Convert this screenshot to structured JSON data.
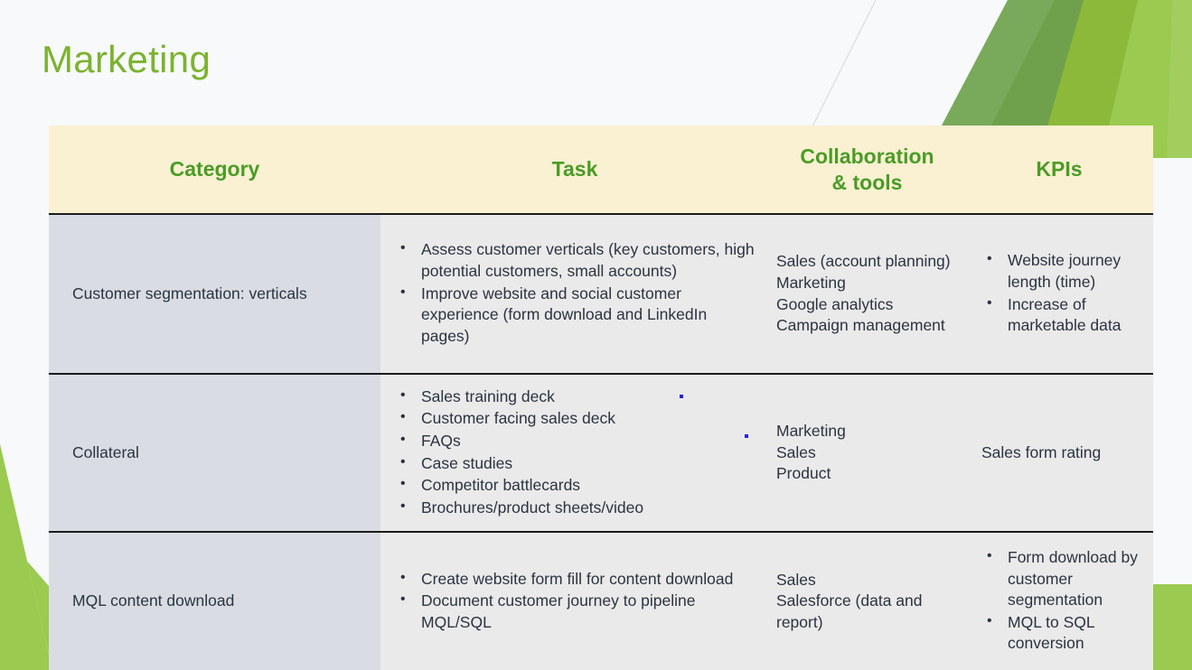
{
  "slide": {
    "title": "Marketing",
    "title_color": "#7cb230",
    "background_color": "#f7f9fa"
  },
  "decor": {
    "green_dark": "#6fa14c",
    "green_mid": "#8cb93a",
    "green_light": "#9aca4f",
    "green_pale": "#a3cd5c",
    "accent_line": "#d8dde0",
    "top_right_label": "green-angled-shapes-top-right",
    "bottom_right_label": "green-angled-shapes-bottom-right",
    "bottom_left_label": "green-triangle-bottom-left"
  },
  "table": {
    "header_background": "#faf0d2",
    "header_text_color": "#4a9c27",
    "row_background": "#eaeaea",
    "category_background": "#d9dde3",
    "border_color": "#1b1b1b",
    "headers": [
      "Category",
      "Task",
      "Collaboration\n& tools",
      "KPIs"
    ],
    "headers_display": {
      "category": "Category",
      "task": "Task",
      "collaboration_line1": "Collaboration",
      "collaboration_line2": "& tools",
      "kpis": "KPIs"
    },
    "rows": [
      {
        "category": "Customer segmentation: verticals",
        "task": [
          "Assess customer verticals (key customers, high potential customers, small accounts)",
          "Improve website and social customer experience (form download and LinkedIn pages)"
        ],
        "collaboration": [
          "Sales (account planning)",
          "Marketing",
          "Google analytics",
          "Campaign management"
        ],
        "kpis": [
          "Website journey length (time)",
          "Increase of marketable data"
        ]
      },
      {
        "category": "Collateral",
        "task": [
          "Sales training deck",
          "Customer facing sales deck",
          "FAQs",
          "Case studies",
          "Competitor battlecards",
          "Brochures/product sheets/video"
        ],
        "collaboration": [
          "Marketing",
          "Sales",
          "Product"
        ],
        "kpis_plain": "Sales form rating",
        "kpis": []
      },
      {
        "category": "MQL content download",
        "task": [
          "Create website form fill for content download",
          "Document customer journey to pipeline MQL/SQL"
        ],
        "collaboration": [
          "Sales",
          "Salesforce (data and report)"
        ],
        "kpis": [
          "Form download by customer segmentation",
          "MQL to SQL conversion"
        ]
      }
    ]
  }
}
